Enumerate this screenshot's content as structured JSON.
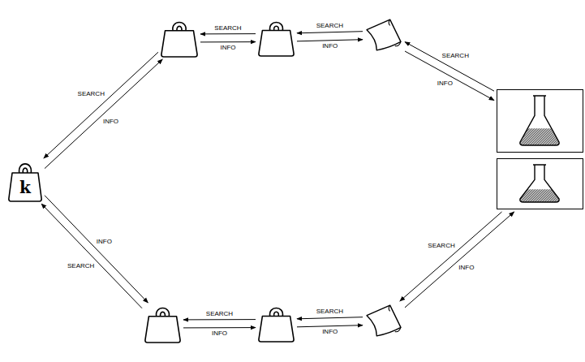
{
  "diagram": {
    "nodes": [
      {
        "text": [
          "k"
        ]
      },
      {
        "text": []
      },
      {
        "text": []
      },
      {
        "text": []
      },
      {
        "text": []
      },
      {
        "text": []
      },
      {
        "text": []
      },
      {
        "text": []
      },
      {
        "text": []
      }
    ],
    "edges": [
      {
        "from": 1,
        "to": 0,
        "label": "SEARCH",
        "arrow": "to"
      },
      {
        "from": 0,
        "to": 1,
        "label": "INFO",
        "arrow": "to"
      },
      {
        "from": 2,
        "to": 1,
        "label": "SEARCH",
        "arrow": "to"
      },
      {
        "from": 1,
        "to": 2,
        "label": "INFO",
        "arrow": "to"
      },
      {
        "from": 3,
        "to": 2,
        "label": "SEARCH",
        "arrow": "to"
      },
      {
        "from": 2,
        "to": 3,
        "label": "INFO",
        "arrow": "to"
      },
      {
        "from": 4,
        "to": 3,
        "label": "SEARCH",
        "arrow": "to"
      },
      {
        "from": 3,
        "to": 4,
        "label": "INFO",
        "arrow": "to"
      },
      {
        "from": 8,
        "to": 0,
        "label": "SEARCH",
        "arrow": "to"
      },
      {
        "from": 0,
        "to": 8,
        "label": "INFO",
        "arrow": "to"
      },
      {
        "from": 7,
        "to": 8,
        "label": "SEARCH",
        "arrow": "to"
      },
      {
        "from": 8,
        "to": 7,
        "label": "INFO",
        "arrow": "to"
      },
      {
        "from": 6,
        "to": 7,
        "label": "SEARCH",
        "arrow": "to"
      },
      {
        "from": 7,
        "to": 6,
        "label": "INFO",
        "arrow": "to"
      },
      {
        "from": 5,
        "to": 6,
        "label": "SEARCH",
        "arrow": "to"
      },
      {
        "from": 6,
        "to": 5,
        "label": "INFO",
        "arrow": "to"
      }
    ]
  }
}
